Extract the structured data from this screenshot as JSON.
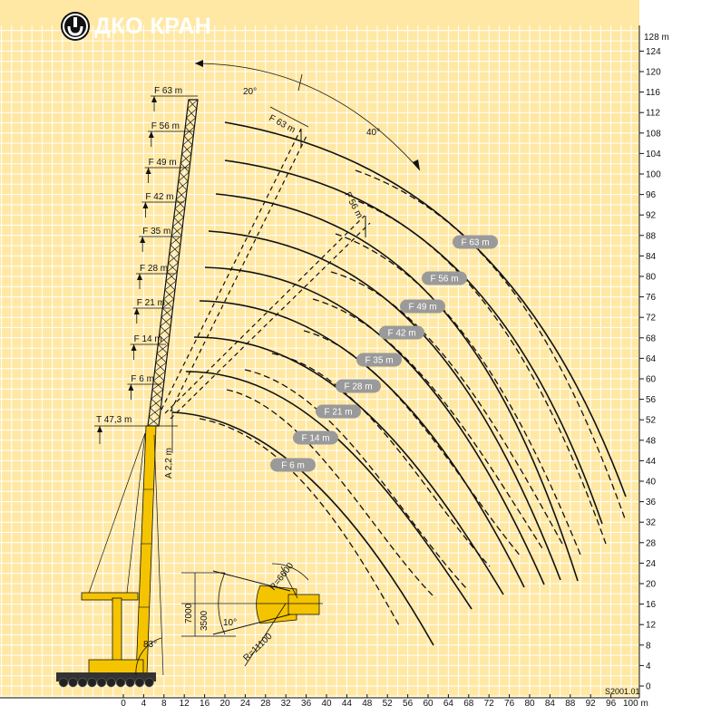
{
  "brand": {
    "name": "ДКО КРАН",
    "logo_icon": "crane-hook-icon"
  },
  "drawing_code": "S2001.01",
  "colors": {
    "background": "#ffe8a4",
    "grid": "#ffffff",
    "boom": "#f5c400",
    "lines": "#111111",
    "pill": "#9a9a9a"
  },
  "axes": {
    "x_ticks": [
      "0",
      "4",
      "8",
      "12",
      "16",
      "20",
      "24",
      "28",
      "32",
      "36",
      "40",
      "44",
      "48",
      "52",
      "56",
      "60",
      "64",
      "68",
      "72",
      "76",
      "80",
      "84",
      "88",
      "92",
      "96"
    ],
    "x_unit_label": "100 m",
    "y_ticks": [
      "0",
      "4",
      "8",
      "12",
      "16",
      "20",
      "24",
      "28",
      "32",
      "36",
      "40",
      "44",
      "48",
      "52",
      "56",
      "60",
      "64",
      "68",
      "72",
      "76",
      "80",
      "84",
      "88",
      "92",
      "96",
      "100",
      "104",
      "108",
      "112",
      "116",
      "120",
      "124"
    ],
    "y_unit_label": "128 m"
  },
  "labels": {
    "fly_jibs_vertical": [
      "F 63 m",
      "F 56 m",
      "F 49 m",
      "F 42 m",
      "F 35 m",
      "F 28 m",
      "F 21 m",
      "F 14 m",
      "F 6 m"
    ],
    "tower": "T 47,3 m",
    "adapter": "A 2,2 m",
    "jib_tip_upper": "F 63 m",
    "jib_tip_lower": "F 56 m",
    "angle_20": "20°",
    "angle_40": "40°",
    "angle_83": "83°"
  },
  "curve_pills": [
    "F 63 m",
    "F 56 m",
    "F 49 m",
    "F 42 m",
    "F 35 m",
    "F 28 m",
    "F 21 m",
    "F 14 m",
    "F 6 m"
  ],
  "inset": {
    "dim_7000": "7000",
    "dim_3500": "3500",
    "angle_10": "10°",
    "r_6600": "R=6600",
    "r_11100": "R=11100"
  }
}
